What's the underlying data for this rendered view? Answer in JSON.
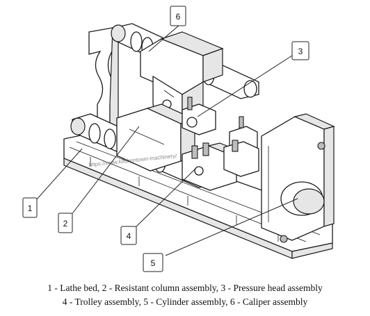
{
  "callouts": [
    {
      "id": "1",
      "label": "1"
    },
    {
      "id": "2",
      "label": "2"
    },
    {
      "id": "3",
      "label": "3"
    },
    {
      "id": "4",
      "label": "4"
    },
    {
      "id": "5",
      "label": "5"
    },
    {
      "id": "6",
      "label": "6"
    }
  ],
  "watermark": "https://www.kitchentown-machinery/",
  "legend": {
    "line1": "1 - Lathe bed,    2 - Resistant column assembly,    3 - Pressure head assembly",
    "line2": "4 - Trolley assembly,    5 - Cylinder assembly,    6 - Caliper assembly"
  }
}
